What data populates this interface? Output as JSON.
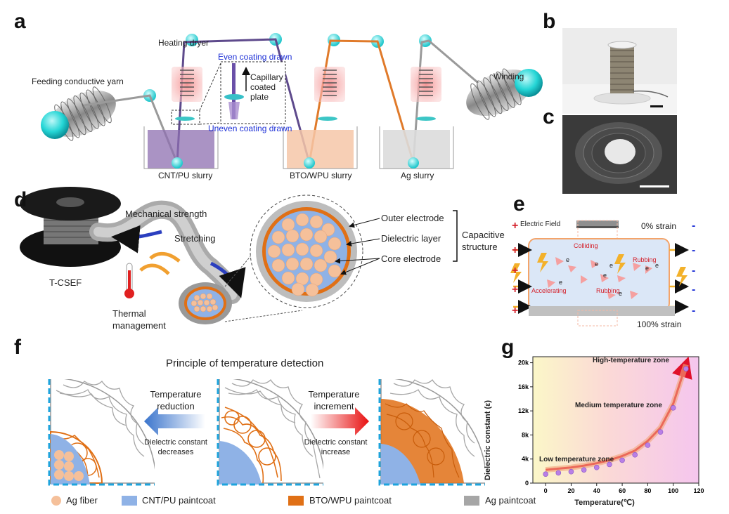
{
  "panels": {
    "a": "a",
    "b": "b",
    "c": "c",
    "d": "d",
    "e": "e",
    "f": "f",
    "g": "g"
  },
  "panel_a": {
    "feeding": "Feeding conductive yarn",
    "heating_dryer": "Heating dryer",
    "even_coating": "Even coating drawn",
    "capillary_line1": "Capillary",
    "capillary_line2": "coated",
    "capillary_line3": "plate",
    "uneven_coating": "Uneven coating drawn",
    "winding": "Winding",
    "slurry1": "CNT/PU  slurry",
    "slurry2": "BTO/WPU slurry",
    "slurry3": "Ag slurry",
    "colors": {
      "cnt_bath": "#8e6fb0",
      "bto_bath": "#f6c7a8",
      "ag_bath": "#dcdcdc",
      "spool": "#25d6d6"
    }
  },
  "panel_d": {
    "mechanical": "Mechanical strength",
    "stretching": "Stretching",
    "tcsef": "T-CSEF",
    "thermal_line1": "Thermal",
    "thermal_line2": "management",
    "outer": "Outer electrode",
    "dielectric": "Dielectric layer",
    "core": "Core electrode",
    "capacitive_line1": "Capacitive",
    "capacitive_line2": "structure"
  },
  "panel_e": {
    "electric_field": "Electric Field",
    "strain0": "0% strain",
    "strain100": "100% strain",
    "colliding": "Colliding",
    "rubbing1": "Rubbing",
    "accelerating": "Accelerating",
    "rubbing2": "Rubbing",
    "electron": "e",
    "plus": "+",
    "minus": "-"
  },
  "panel_f": {
    "title": "Principle of temperature detection",
    "reduction_line1": "Temperature",
    "reduction_line2": "reduction",
    "decreases_line1": "Dielectric constant",
    "decreases_line2": "decreases",
    "increment_line1": "Temperature",
    "increment_line2": "increment",
    "increase_line1": "Dielectric constant",
    "increase_line2": "increase",
    "legend": [
      {
        "label": "Ag fiber",
        "color": "#f5c09a"
      },
      {
        "label": "CNT/PU paintcoat",
        "color": "#8fb2e6"
      },
      {
        "label": "BTO/WPU paintcoat",
        "color": "#e07016"
      },
      {
        "label": "Ag paintcoat",
        "color": "#a6a6a6"
      }
    ]
  },
  "chart_data": {
    "type": "scatter",
    "xlabel": "Temperature(℃)",
    "ylabel": "Dielectric constant (ε)",
    "xlim": [
      -10,
      120
    ],
    "ylim": [
      0,
      21000
    ],
    "xticks": [
      0,
      20,
      40,
      60,
      80,
      100,
      120
    ],
    "yticks": [
      0,
      4000,
      8000,
      12000,
      16000,
      20000
    ],
    "ytick_labels": [
      "0",
      "4k",
      "8k",
      "12k",
      "16k",
      "20k"
    ],
    "x": [
      0,
      10,
      20,
      30,
      40,
      50,
      60,
      70,
      80,
      90,
      100,
      110
    ],
    "y": [
      1500,
      1700,
      1900,
      2200,
      2600,
      3100,
      3800,
      4700,
      6300,
      8500,
      12500,
      19000
    ],
    "annotations": [
      "Low temperature zone",
      "Medium temperature zone",
      "High-temperature zone"
    ],
    "point_color": "#b87fe6",
    "grid": false
  }
}
